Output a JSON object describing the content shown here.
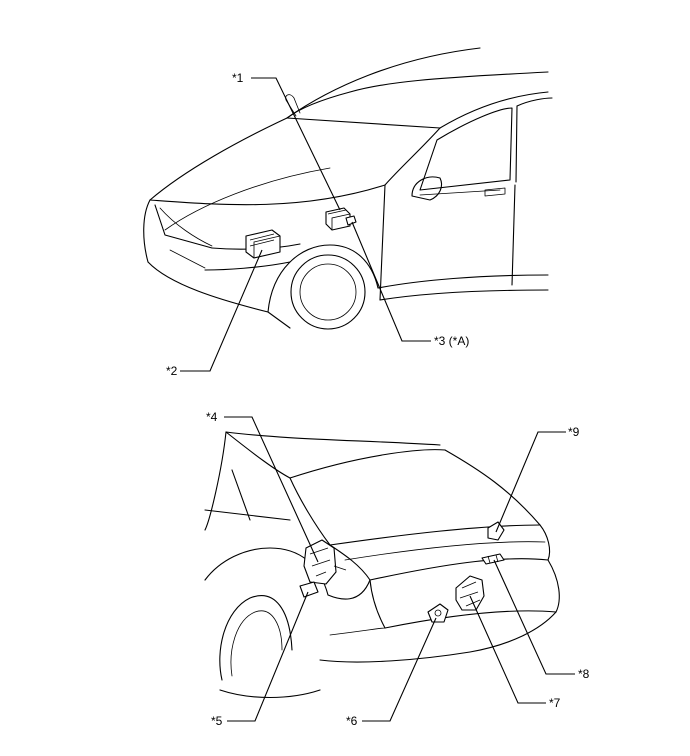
{
  "callouts": {
    "c1": "*1",
    "c2": "*2",
    "c3": "*3 (*A)",
    "c4": "*4",
    "c5": "*5",
    "c6": "*6",
    "c7": "*7",
    "c8": "*8",
    "c9": "*9"
  },
  "colors": {
    "line": "#000000",
    "background": "#ffffff"
  }
}
